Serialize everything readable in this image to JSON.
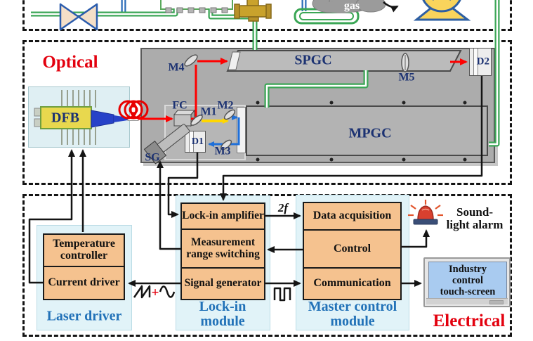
{
  "gas_section": {
    "cloud_label": "gas",
    "icons": {
      "valve": "valve-icon",
      "gas_manifold": "manifold-icon",
      "tee_fitting": "tee-fitting-icon",
      "tubing_coil": "tubing-loop-icon",
      "gas_cloud": "gas-cloud-icon",
      "pump": "pump-icon"
    }
  },
  "optical_section": {
    "label": "Optical",
    "dfb_label": "DFB",
    "fc_label": "FC",
    "m1_label": "M1",
    "m2_label": "M2",
    "m3_label": "M3",
    "m4_label": "M4",
    "m5_label": "M5",
    "sg_label": "SG",
    "d1_label": "D1",
    "d2_label": "D2",
    "spgc_label": "SPGC",
    "mpgc_label": "MPGC",
    "icons": {
      "fiber_coil": "fiber-coil-icon",
      "laser_package": "butterfly-laser-icon"
    }
  },
  "electrical_section": {
    "label": "Electrical",
    "laser_driver": {
      "name": "Laser driver",
      "temperature_controller": "Temperature controller",
      "current_driver": "Current driver"
    },
    "lockin_module": {
      "name_line1": "Lock-in",
      "name_line2": "module",
      "lockin_amplifier": "Lock-in amplifier",
      "measurement_range_switching": "Measurement range switching",
      "signal_generator": "Signal generator"
    },
    "master_control_module": {
      "name_line1": "Master control",
      "name_line2": "module",
      "data_acquisition": "Data acquisition",
      "control": "Control",
      "communication": "Communication"
    },
    "alarm_label_line1": "Sound-",
    "alarm_label_line2": "light alarm",
    "alarm_icon": "siren-alarm-icon",
    "touchscreen_line1": "Industry",
    "touchscreen_line2": "control",
    "touchscreen_line3": "touch-screen",
    "touchscreen_icon": "monitor-icon"
  },
  "signals": {
    "second_harmonic": "2f",
    "plus": "+",
    "sawtooth_icon": "sawtooth-wave-icon",
    "sine_icon": "sine-wave-icon",
    "square_icon": "square-wave-icon"
  },
  "colors": {
    "section_label_red": "#E3000E",
    "module_label_blue": "#2272B8",
    "component_label_navy": "#1C3272",
    "module_box_fill": "#F5C28F",
    "module_bg_fill": "#E1F3F8",
    "beam_red": "#FF0000",
    "beam_yellow": "#FFD700",
    "beam_blue": "#1E6FD9",
    "pipe_green": "#3AA655",
    "pipe_blue": "#2B6CB8",
    "wire_black": "#141414"
  }
}
